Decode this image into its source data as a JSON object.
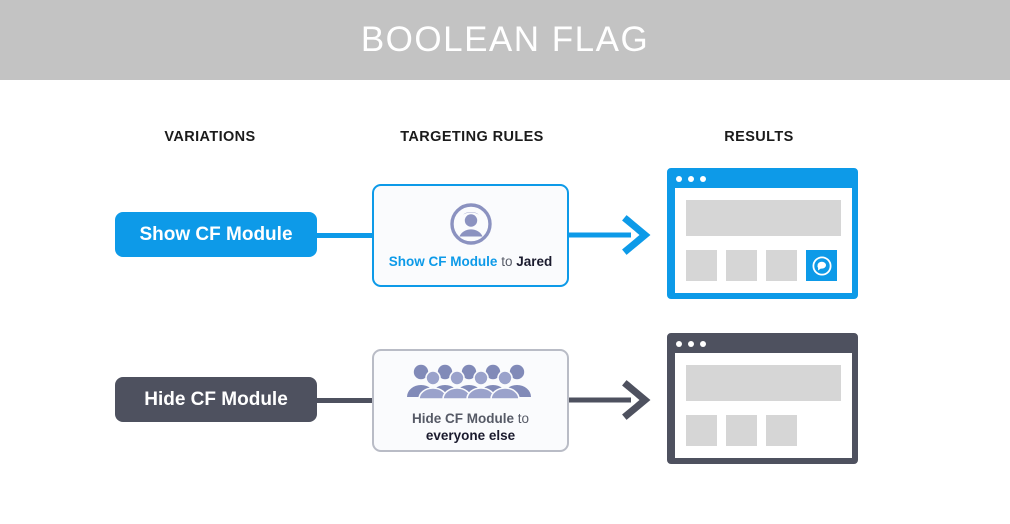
{
  "header": {
    "title": "BOOLEAN FLAG",
    "background_color": "#c3c3c3",
    "text_color": "#ffffff"
  },
  "columns": {
    "variations": "VARIATIONS",
    "targeting_rules": "TARGETING RULES",
    "results": "RESULTS"
  },
  "colors": {
    "accent_blue": "#0d9ae8",
    "slate": "#4e515f",
    "icon_purple": "#8b92c0",
    "placeholder_gray": "#d6d6d6",
    "card_border_gray": "#b9bcc6",
    "card_background": "#fafbfd"
  },
  "rows": [
    {
      "variation_label": "Show CF Module",
      "variation_style": "blue",
      "rule_icon": "single-person-icon",
      "rule_variation_text": "Show CF Module",
      "rule_connector_text": "to",
      "rule_target_text": "Jared",
      "arrow_style": "blue",
      "window_style": "blue",
      "window_dots": 3,
      "window_tiles": [
        "plain",
        "plain",
        "plain",
        "chat-active"
      ]
    },
    {
      "variation_label": "Hide CF Module",
      "variation_style": "slate",
      "rule_icon": "crowd-of-people-icon",
      "rule_variation_text": "Hide CF Module",
      "rule_connector_text": "to",
      "rule_target_text": "everyone else",
      "arrow_style": "slate",
      "window_style": "slate",
      "window_dots": 3,
      "window_tiles": [
        "plain",
        "plain",
        "plain"
      ]
    }
  ]
}
